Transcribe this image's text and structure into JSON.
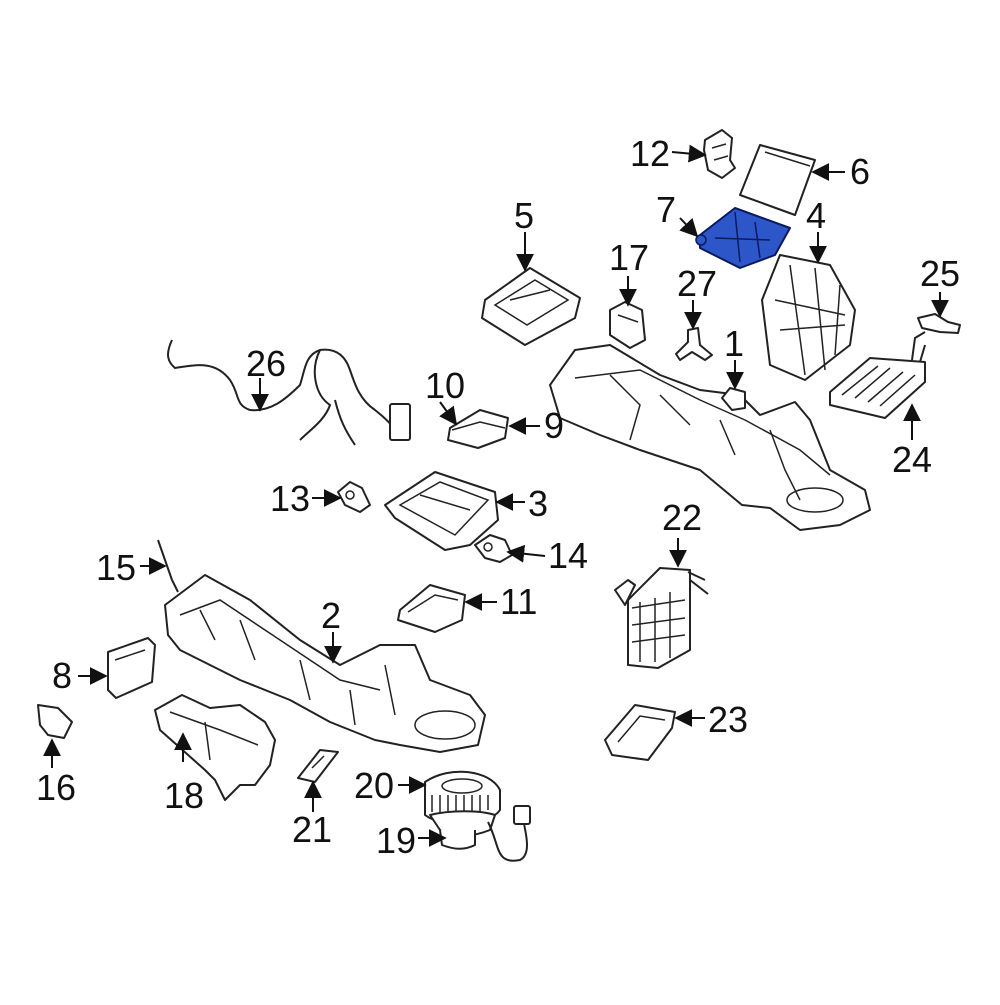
{
  "diagram": {
    "highlight_color": "#2d56c8",
    "highlighted_part": "7",
    "callouts": [
      {
        "id": "1",
        "label": "1"
      },
      {
        "id": "2",
        "label": "2"
      },
      {
        "id": "3",
        "label": "3"
      },
      {
        "id": "4",
        "label": "4"
      },
      {
        "id": "5",
        "label": "5"
      },
      {
        "id": "6",
        "label": "6"
      },
      {
        "id": "7",
        "label": "7"
      },
      {
        "id": "8",
        "label": "8"
      },
      {
        "id": "9",
        "label": "9"
      },
      {
        "id": "10",
        "label": "10"
      },
      {
        "id": "11",
        "label": "11"
      },
      {
        "id": "12",
        "label": "12"
      },
      {
        "id": "13",
        "label": "13"
      },
      {
        "id": "14",
        "label": "14"
      },
      {
        "id": "15",
        "label": "15"
      },
      {
        "id": "16",
        "label": "16"
      },
      {
        "id": "17",
        "label": "17"
      },
      {
        "id": "18",
        "label": "18"
      },
      {
        "id": "19",
        "label": "19"
      },
      {
        "id": "20",
        "label": "20"
      },
      {
        "id": "21",
        "label": "21"
      },
      {
        "id": "22",
        "label": "22"
      },
      {
        "id": "23",
        "label": "23"
      },
      {
        "id": "24",
        "label": "24"
      },
      {
        "id": "25",
        "label": "25"
      },
      {
        "id": "26",
        "label": "26"
      },
      {
        "id": "27",
        "label": "27"
      }
    ]
  }
}
